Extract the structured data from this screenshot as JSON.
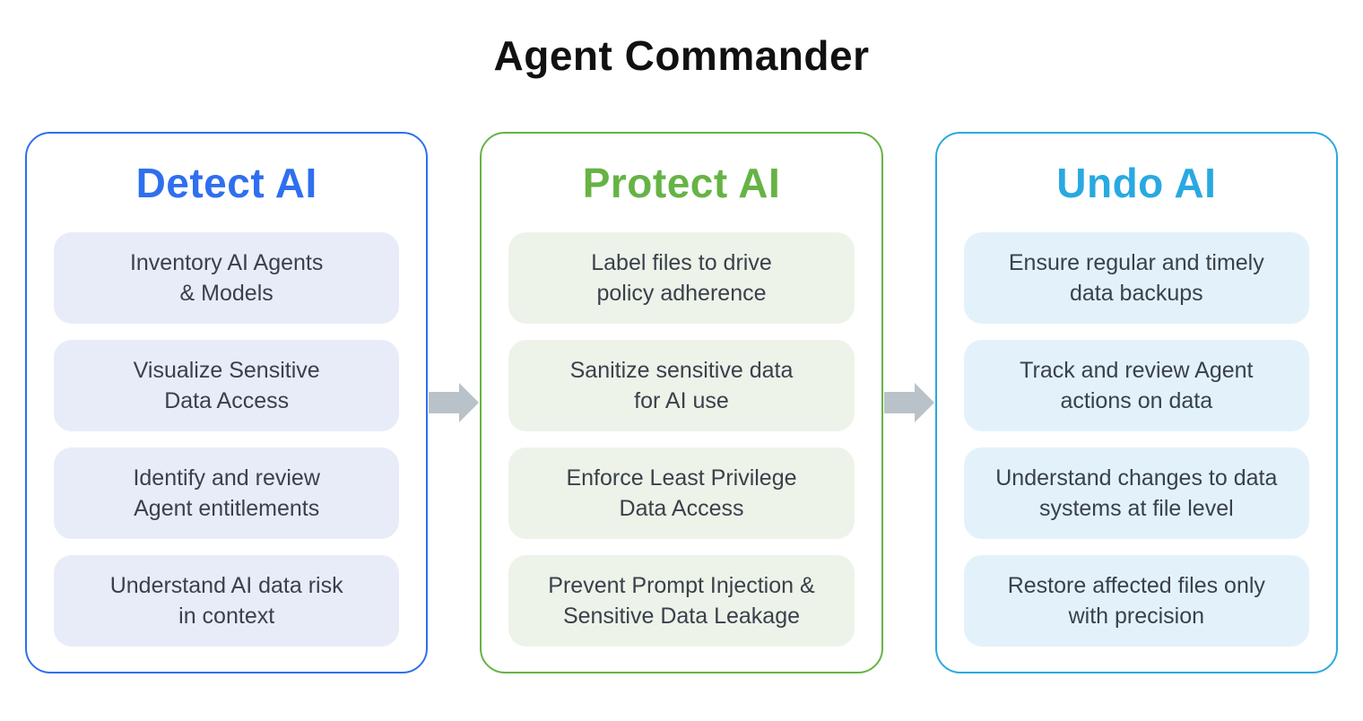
{
  "title": "Agent Commander",
  "background": "#FFFFFF",
  "text_color": "#39414B",
  "arrow_color": "#B9C2C9",
  "arrow_icon": "block-arrow-right",
  "columns": [
    {
      "title": "Detect AI",
      "accent": "#2F6FEF",
      "card_bg": "#E8ECF9",
      "items": [
        {
          "l1": "Inventory AI Agents",
          "l2": "& Models"
        },
        {
          "l1": "Visualize Sensitive",
          "l2": "Data Access"
        },
        {
          "l1": "Identify and review",
          "l2": "Agent entitlements"
        },
        {
          "l1": "Understand AI data risk",
          "l2": "in context"
        }
      ]
    },
    {
      "title": "Protect AI",
      "accent": "#66B345",
      "card_bg": "#EDF3E9",
      "items": [
        {
          "l1": "Label files to drive",
          "l2": "policy adherence"
        },
        {
          "l1": "Sanitize sensitive data",
          "l2": "for AI use"
        },
        {
          "l1": "Enforce Least Privilege",
          "l2": "Data Access"
        },
        {
          "l1": "Prevent Prompt Injection &",
          "l2": "Sensitive Data Leakage"
        }
      ]
    },
    {
      "title": "Undo AI",
      "accent": "#29A9E1",
      "card_bg": "#E3F2FA",
      "items": [
        {
          "l1": "Ensure regular and timely",
          "l2": "data backups"
        },
        {
          "l1": "Track and review Agent",
          "l2": "actions on data"
        },
        {
          "l1": "Understand changes to data",
          "l2": "systems at file level"
        },
        {
          "l1": "Restore affected files only",
          "l2": "with precision"
        }
      ]
    }
  ]
}
